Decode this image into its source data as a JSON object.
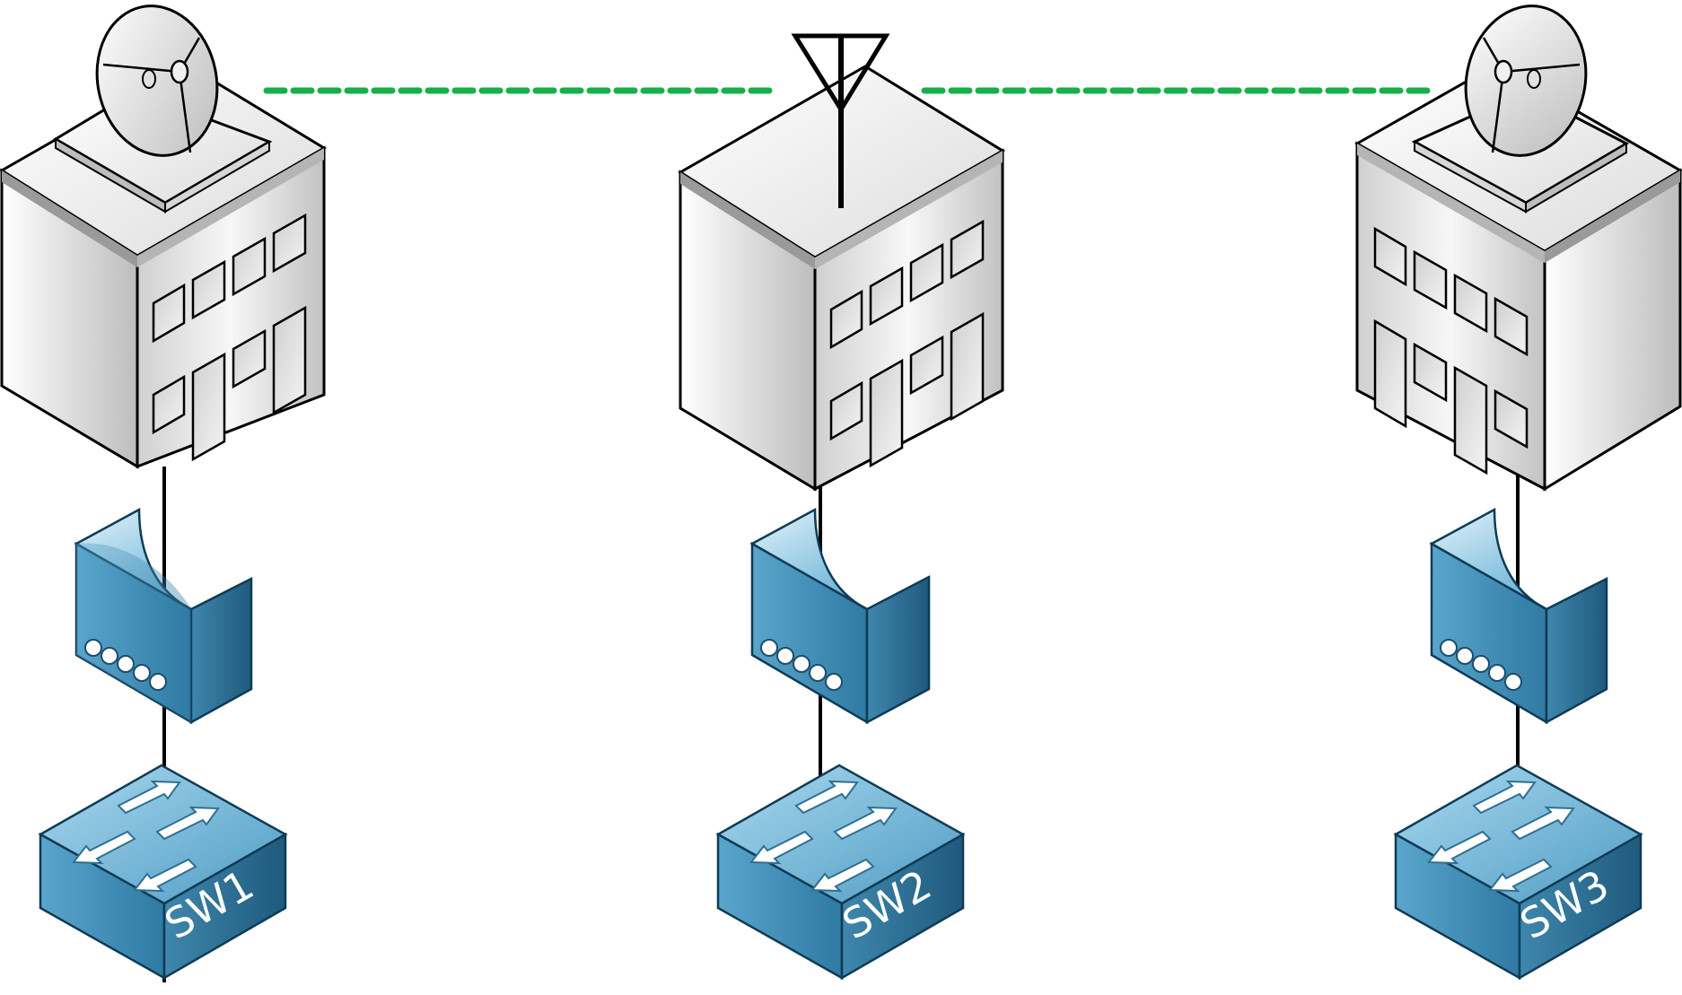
{
  "colors": {
    "wireless_link": "#16b04a",
    "wired_link": "#000000",
    "building_light": "#f2f2f2",
    "building_dark": "#a9a9a9",
    "device_blue_light": "#8fc7e2",
    "device_blue_dark": "#2f6f93"
  },
  "sites": [
    {
      "id": "site-1",
      "roof_icon": "satellite-dish-icon",
      "switch_label": "SW1"
    },
    {
      "id": "site-2",
      "roof_icon": "antenna-icon",
      "switch_label": "SW2"
    },
    {
      "id": "site-3",
      "roof_icon": "satellite-dish-icon",
      "switch_label": "SW3"
    }
  ],
  "links": [
    {
      "from": "site-1",
      "to": "site-2",
      "type": "wireless",
      "style": "dashed"
    },
    {
      "from": "site-2",
      "to": "site-3",
      "type": "wireless",
      "style": "dashed"
    }
  ]
}
